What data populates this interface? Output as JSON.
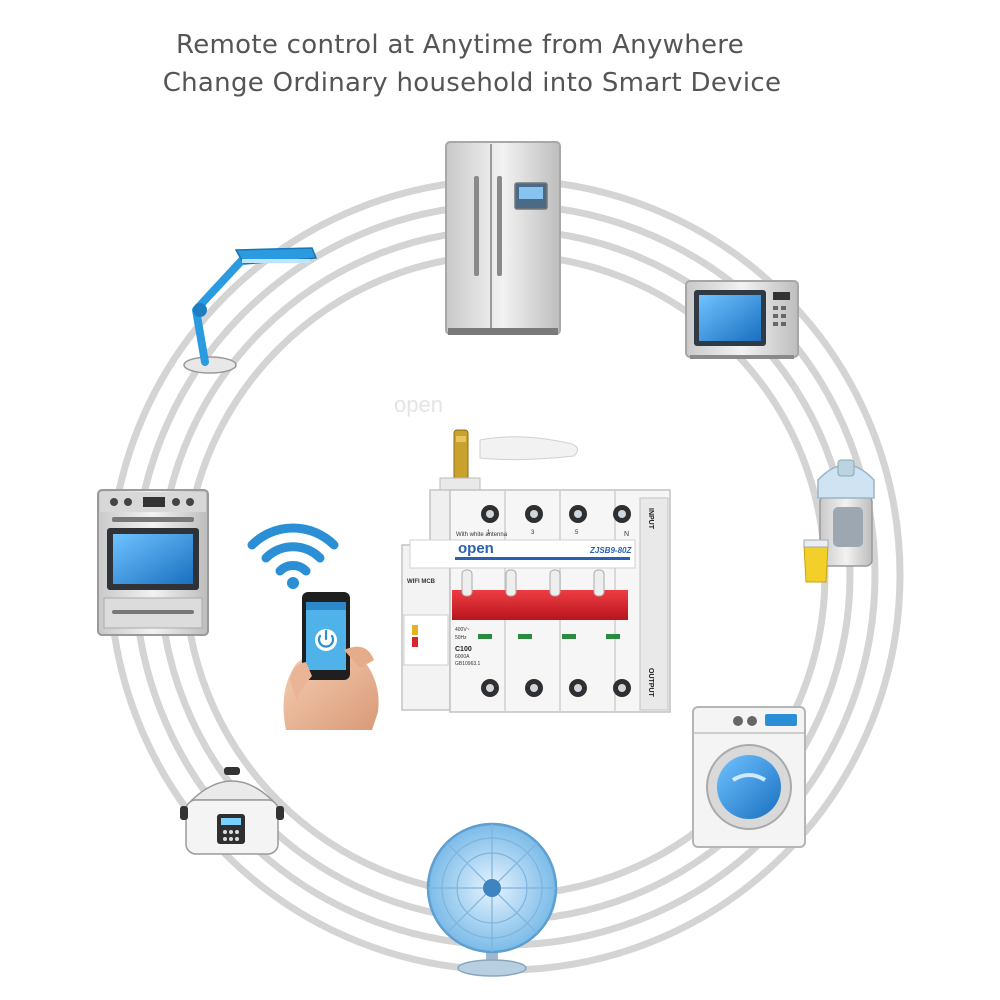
{
  "headline": {
    "line1": "Remote control at Anytime from Anywhere",
    "line2": "Change Ordinary household into Smart Device"
  },
  "breaker": {
    "brand": "open",
    "model": "ZJSB9-80Z",
    "wifi_label": "WIFI MCB",
    "antenna_note": "With white antenna",
    "input_label": "INPUT",
    "output_label": "OUTPUT",
    "n_label": "N",
    "rating": "C100",
    "voltage": "400V~",
    "frequency": "50Hz",
    "breaking_capacity": "6000A",
    "standard": "GB10963.1",
    "terminal_1": "1",
    "terminal_3": "3",
    "terminal_5": "5"
  },
  "colors": {
    "ring": "#d4d4d4",
    "breaker_red": "#d8252e",
    "accent_blue": "#2b8fd6",
    "headline": "#555555"
  },
  "icons": [
    "refrigerator-icon",
    "microwave-icon",
    "juicer-icon",
    "washing-machine-icon",
    "fan-icon",
    "rice-cooker-icon",
    "oven-icon",
    "desk-lamp-icon",
    "wifi-signal-icon",
    "smartphone-hand-icon",
    "power-icon"
  ]
}
